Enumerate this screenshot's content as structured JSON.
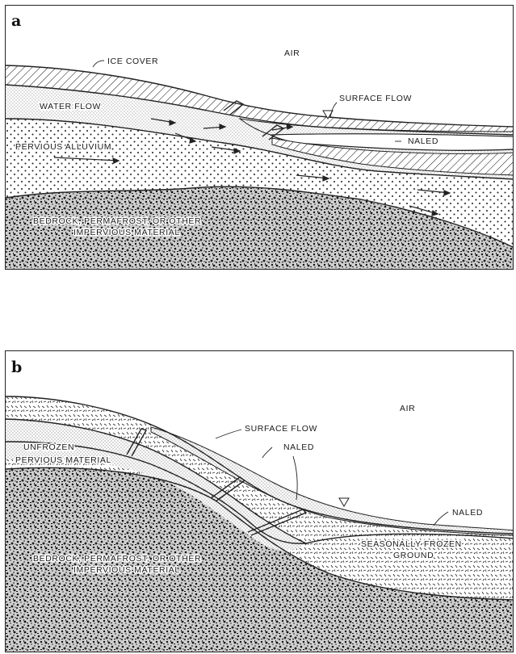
{
  "panel_a": {
    "letter": "a",
    "labels": {
      "air": "AIR",
      "ice_cover": "ICE COVER",
      "surface_flow": "SURFACE FLOW",
      "water_flow": "WATER FLOW",
      "naled": "NALED",
      "pervious_alluvium": "PERVIOUS ALLUVIUM",
      "bedrock_line1": "BEDROCK, PERMAFROST, OR OTHER",
      "bedrock_line2": "IMPERVIOUS MATERIAL"
    }
  },
  "panel_b": {
    "letter": "b",
    "labels": {
      "air": "AIR",
      "surface_flow": "SURFACE FLOW",
      "naled_upper": "NALED",
      "naled_right": "NALED",
      "unfrozen_line1": "UNFROZEN",
      "unfrozen_line2": "PERVIOUS MATERIAL",
      "seasonal_line1": "SEASONALLY FROZEN",
      "seasonal_line2": "GROUND",
      "bedrock_line1": "BEDROCK, PERMAFROST, OR OTHER",
      "bedrock_line2": "IMPERVIOUS MATERIAL"
    }
  },
  "textures": [
    "hatch",
    "fine-stipple",
    "coarse-dots",
    "speckle",
    "dash-flecks"
  ],
  "icons": [
    "water-table-triangle-icon",
    "flow-arrow-icon"
  ]
}
